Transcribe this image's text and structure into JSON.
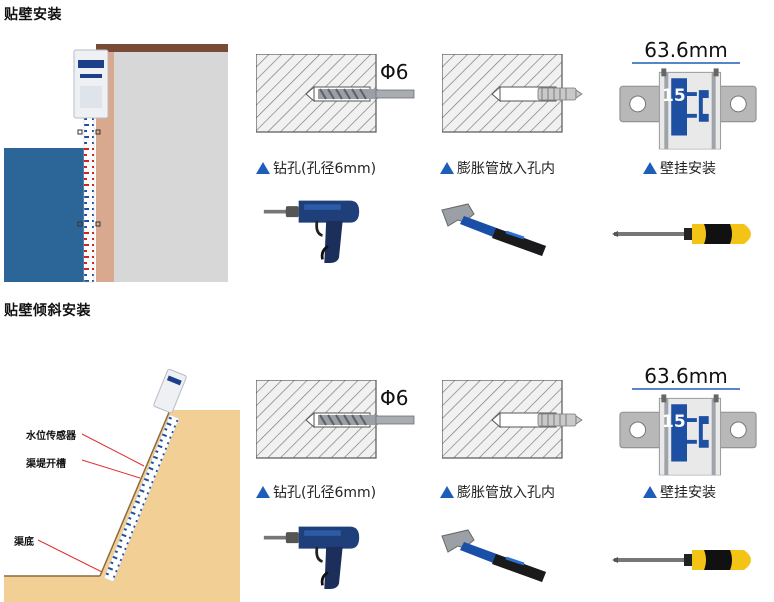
{
  "sections": [
    {
      "title": "贴壁安装",
      "steps": [
        {
          "caption": "钻孔(孔径6mm)",
          "label": "Φ6"
        },
        {
          "caption": "膨胀管放入孔内"
        },
        {
          "caption": "壁挂安装",
          "dimension": "63.6mm",
          "scale_number": "15"
        }
      ]
    },
    {
      "title": "贴壁倾斜安装",
      "callouts": [
        "水位传感器",
        "渠堤开槽",
        "渠底"
      ],
      "steps": [
        {
          "caption": "钻孔(孔径6mm)",
          "label": "Φ6"
        },
        {
          "caption": "膨胀管放入孔内"
        },
        {
          "caption": "壁挂安装",
          "dimension": "63.6mm",
          "scale_number": "15"
        }
      ]
    }
  ],
  "colors": {
    "accent": "#1d5fb8",
    "wall": "#d9a98f",
    "water": "#2c6699",
    "bank": "#f2cf94",
    "hatch_bg": "#e8e8e8"
  },
  "icons": [
    "drill-icon",
    "hammer-icon",
    "screwdriver-icon",
    "drill-bit-icon",
    "expansion-tube-icon",
    "bracket-icon"
  ]
}
